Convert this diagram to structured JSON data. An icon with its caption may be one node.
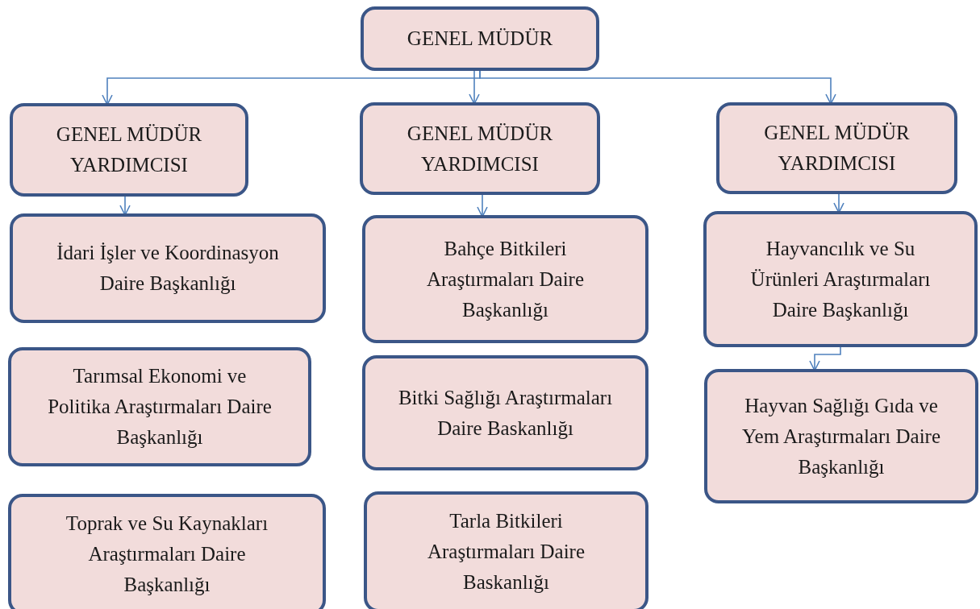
{
  "diagram": {
    "nodes": [
      {
        "text": [
          "GENEL MÜDÜR"
        ]
      },
      {
        "text": [
          "GENEL MÜDÜR YARDIMCISI"
        ]
      },
      {
        "text": [
          "GENEL MÜDÜR YARDIMCISI"
        ]
      },
      {
        "text": [
          "GENEL MÜDÜR YARDIMCISI"
        ]
      },
      {
        "text": [
          "İdari İşler ve Koordinasyon Daire Başkanlığı"
        ]
      },
      {
        "text": [
          "Tarımsal Ekonomi ve Politika Araştırmaları Daire Başkanlığı"
        ]
      },
      {
        "text": [
          "Toprak ve Su Kaynakları Araştırmaları Daire Başkanlığı"
        ]
      },
      {
        "text": [
          "Bahçe Bitkileri Araştırmaları Daire Başkanlığı"
        ]
      },
      {
        "text": [
          "Bitki Sağlığı Araştırmaları Daire Baskanlığı"
        ]
      },
      {
        "text": [
          "Tarla Bitkileri Araştırmaları Daire Baskanlığı"
        ]
      },
      {
        "text": [
          "Hayvancılık ve Su Ürünleri Araştırmaları Daire Başkanlığı"
        ]
      },
      {
        "text": [
          "Hayvan Sağlığı Gıda ve Yem Araştırmaları Daire Başkanlığı"
        ]
      }
    ],
    "edges": [
      {
        "from": 0,
        "to": 1,
        "arrow": "to"
      },
      {
        "from": 0,
        "to": 2,
        "arrow": "to"
      },
      {
        "from": 0,
        "to": 3,
        "arrow": "to"
      },
      {
        "from": 1,
        "to": 4,
        "arrow": "to"
      },
      {
        "from": 2,
        "to": 7,
        "arrow": "to"
      },
      {
        "from": 3,
        "to": 10,
        "arrow": "to"
      },
      {
        "from": 10,
        "to": 11,
        "arrow": "to"
      }
    ]
  }
}
